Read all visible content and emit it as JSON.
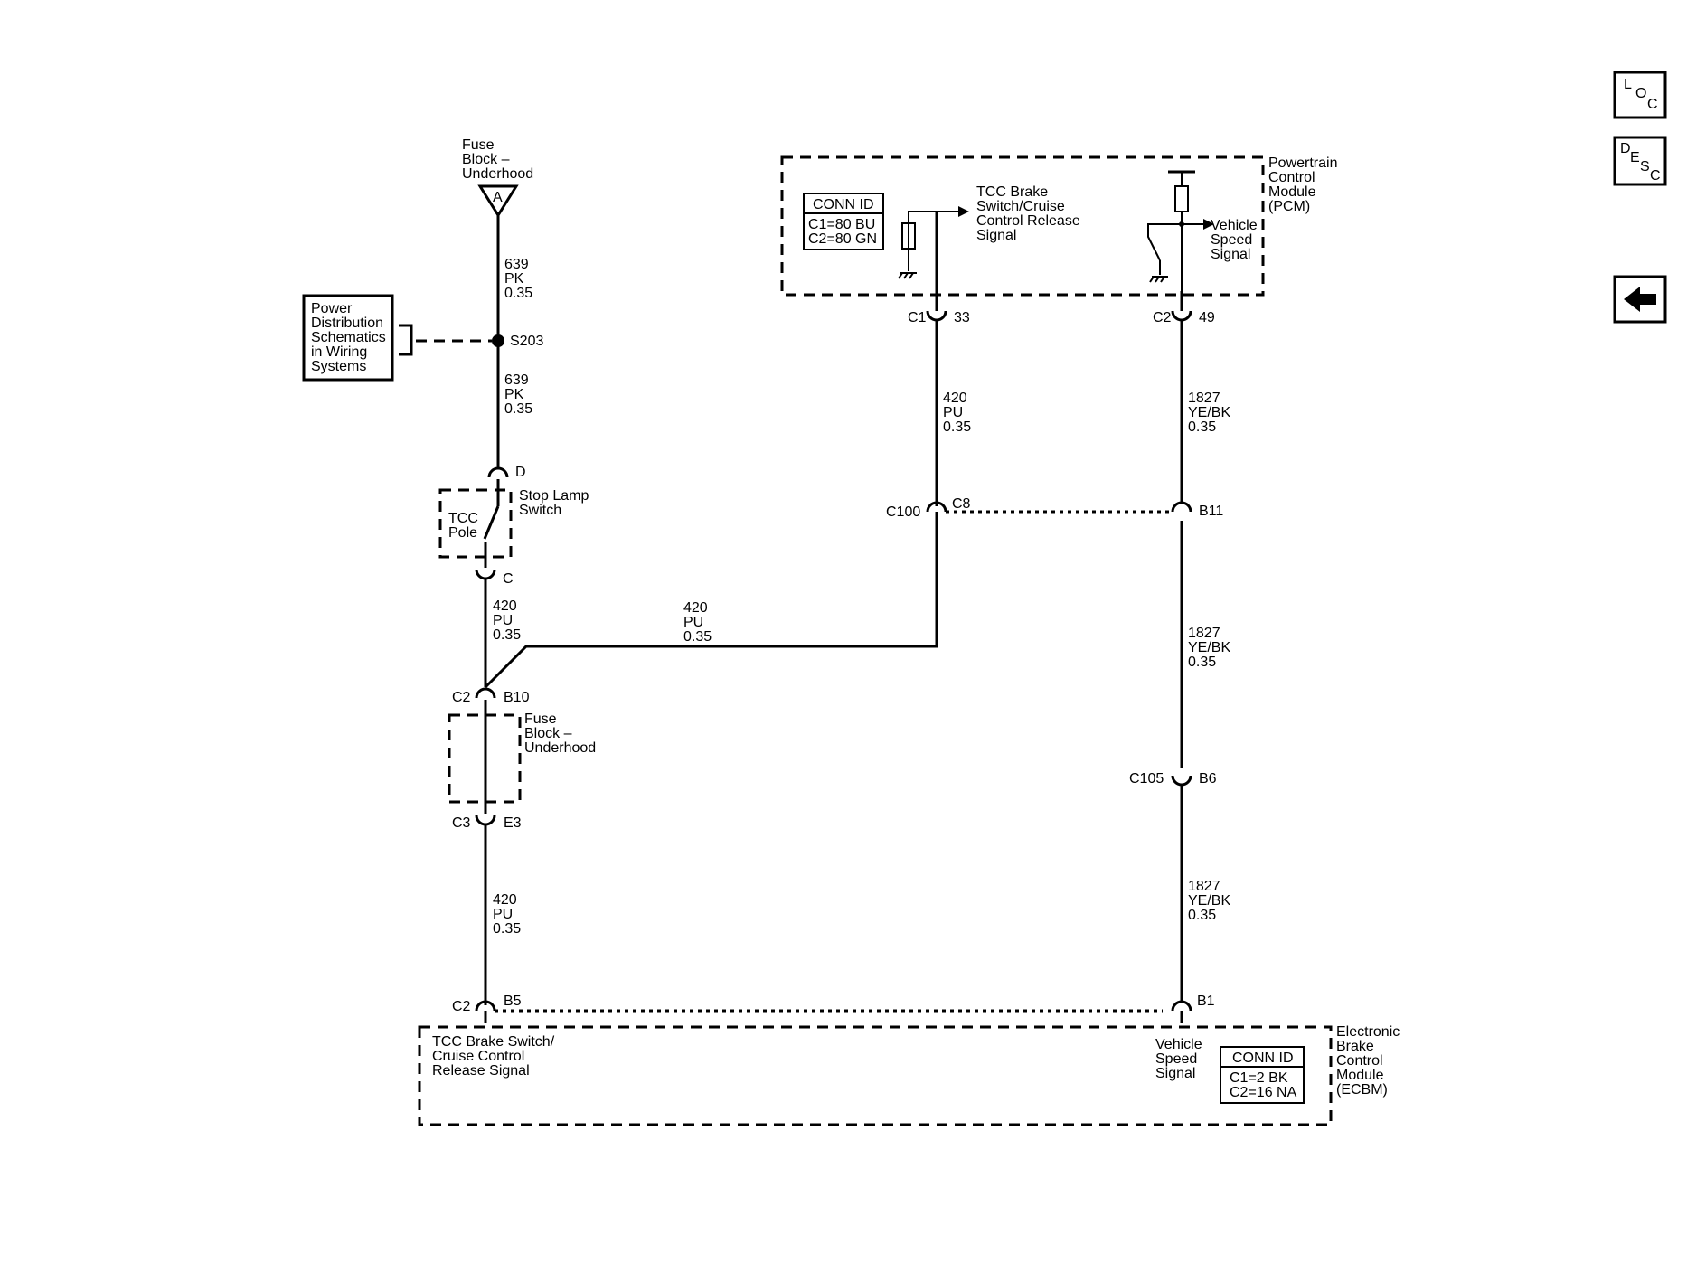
{
  "nav": {
    "loc": [
      "L",
      "O",
      "C"
    ],
    "desc": [
      "D",
      "E",
      "S",
      "C"
    ],
    "back_icon": "left-arrow-icon"
  },
  "fuse_block_top": {
    "lines": [
      "Fuse",
      "Block –",
      "Underhood"
    ],
    "terminal": "A"
  },
  "power_dist_box": {
    "lines": [
      "Power",
      "Distribution",
      "Schematics",
      "in Wiring",
      "Systems"
    ]
  },
  "splice": "S203",
  "wire_639_a": [
    "639",
    "PK",
    "0.35"
  ],
  "wire_639_b": [
    "639",
    "PK",
    "0.35"
  ],
  "stop_lamp": {
    "pin_top": "D",
    "pin_bottom": "C",
    "label": [
      "Stop Lamp",
      "Switch"
    ],
    "pole": [
      "TCC",
      "Pole"
    ]
  },
  "wire_420_left_a": [
    "420",
    "PU",
    "0.35"
  ],
  "wire_420_horizontal": [
    "420",
    "PU",
    "0.35"
  ],
  "wire_420_left_b": [
    "420",
    "PU",
    "0.35"
  ],
  "wire_420_pcm": [
    "420",
    "PU",
    "0.35"
  ],
  "connector_c2_b10": {
    "conn": "C2",
    "pin": "B10"
  },
  "fuse_block_mid": {
    "lines": [
      "Fuse",
      "Block –",
      "Underhood"
    ]
  },
  "connector_c3_e3": {
    "conn": "C3",
    "pin": "E3"
  },
  "connector_c2_b5": {
    "conn": "C2",
    "pin": "B5"
  },
  "pcm": {
    "name": [
      "Powertrain",
      "Control",
      "Module",
      "(PCM)"
    ],
    "conn_id_title": "CONN ID",
    "conn_id_rows": [
      "C1=80 BU",
      "C2=80 GN"
    ],
    "signal_tcc": [
      "TCC Brake",
      "Switch/Cruise",
      "Control Release",
      "Signal"
    ],
    "signal_vss": [
      "Vehicle",
      "Speed",
      "Signal"
    ],
    "c1": {
      "conn": "C1",
      "pin": "33"
    },
    "c2": {
      "conn": "C2",
      "pin": "49"
    }
  },
  "connector_c100": {
    "conn": "C100",
    "pin_left": "C8",
    "pin_right": "B11"
  },
  "wire_1827_a": [
    "1827",
    "YE/BK",
    "0.35"
  ],
  "wire_1827_b": [
    "1827",
    "YE/BK",
    "0.35"
  ],
  "wire_1827_c": [
    "1827",
    "YE/BK",
    "0.35"
  ],
  "connector_c105": {
    "conn": "C105",
    "pin": "B6"
  },
  "connector_b1": {
    "pin": "B1"
  },
  "ecbm": {
    "name": [
      "Electronic",
      "Brake",
      "Control",
      "Module",
      "(ECBM)"
    ],
    "signal_tcc": [
      "TCC Brake Switch/",
      "Cruise Control",
      "Release Signal"
    ],
    "signal_vss": [
      "Vehicle",
      "Speed",
      "Signal"
    ],
    "conn_id_title": "CONN ID",
    "conn_id_rows": [
      "C1=2 BK",
      "C2=16 NA"
    ]
  }
}
